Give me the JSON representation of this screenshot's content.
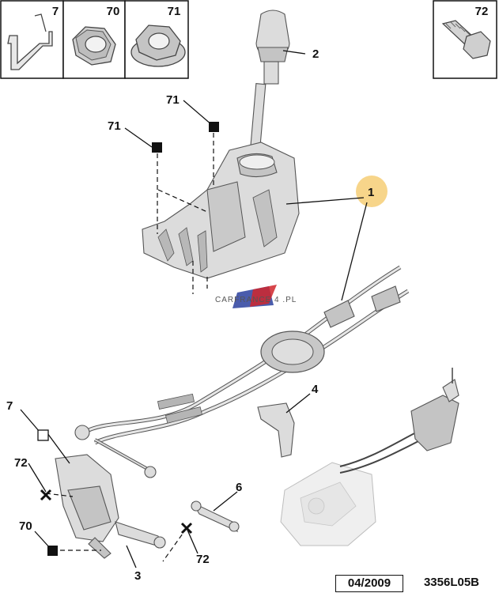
{
  "inset_boxes": [
    {
      "number": "7",
      "icon": "clip-icon"
    },
    {
      "number": "70",
      "icon": "hex-nut-icon"
    },
    {
      "number": "71",
      "icon": "flange-nut-icon"
    },
    {
      "number": "72",
      "icon": "bolt-icon"
    }
  ],
  "callouts": {
    "c1": "1",
    "c2": "2",
    "c3": "3",
    "c4": "4",
    "c6": "6",
    "c7": "7",
    "c70": "70",
    "c71a": "71",
    "c71b": "71",
    "c72a": "72",
    "c72b": "72"
  },
  "watermark": "CARFRANCE 4 .PL",
  "footer": {
    "date": "04/2009",
    "reference": "3356L05B"
  },
  "colors": {
    "highlight": "#f7d58a",
    "watermark_blue": "#2a3f9e",
    "watermark_red": "#d0262b"
  }
}
